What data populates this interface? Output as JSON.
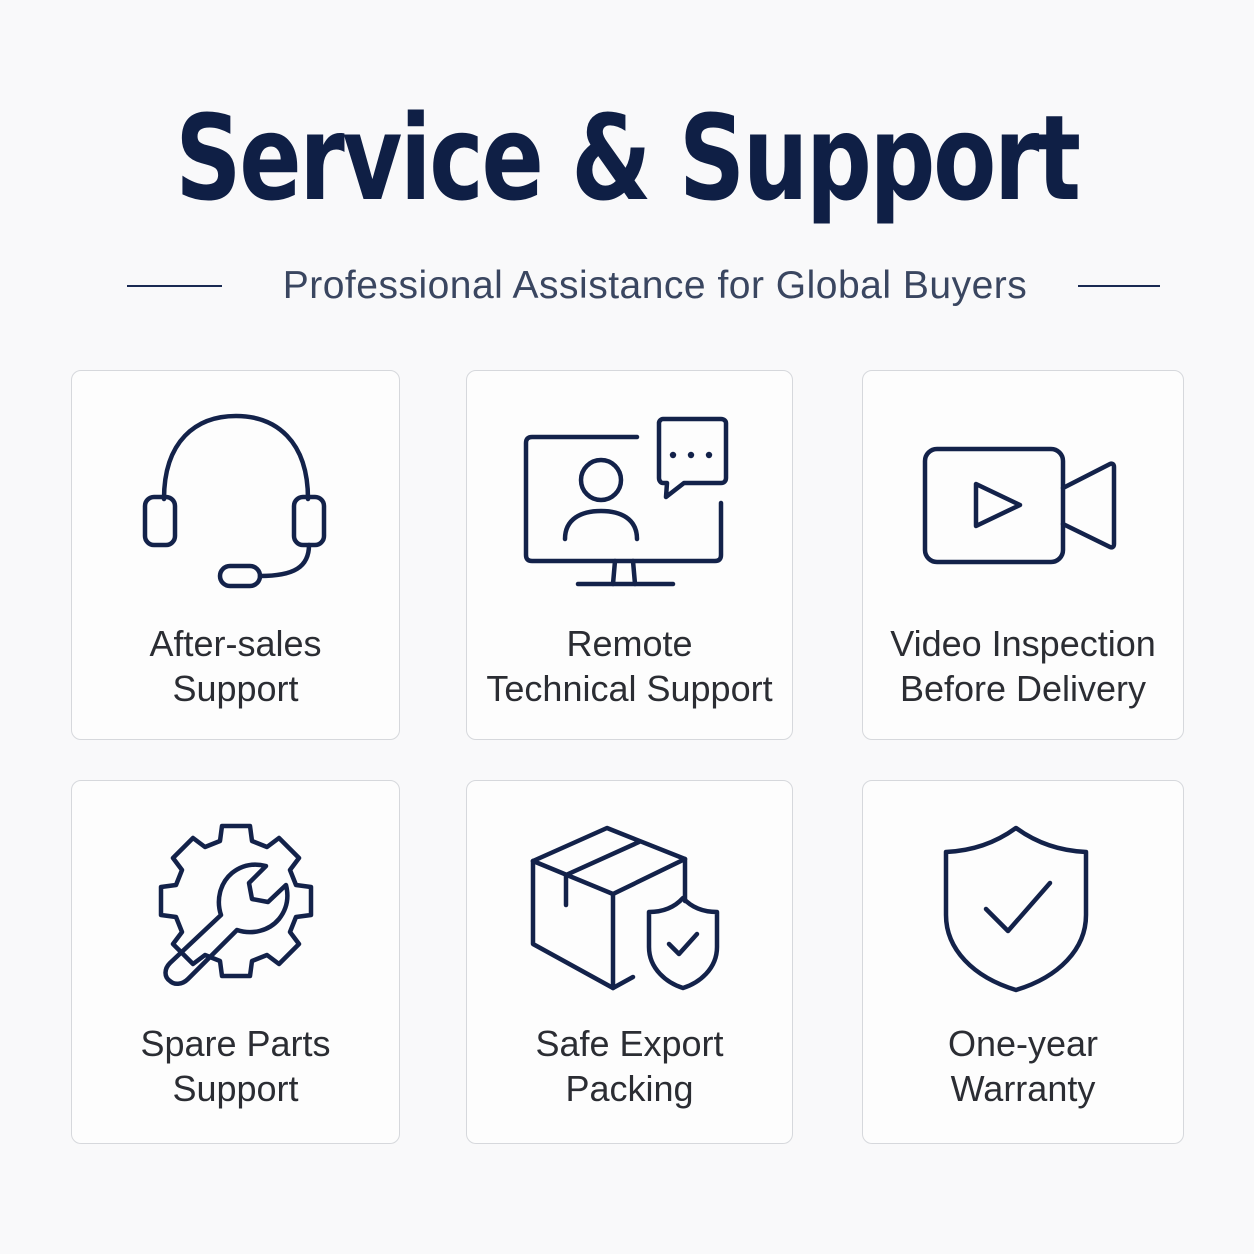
{
  "header": {
    "title": "Service & Support",
    "subtitle": "Professional Assistance for Global Buyers"
  },
  "colors": {
    "primary": "#0f1f45",
    "background": "#f9f9fa",
    "card_border": "#d6d8dc"
  },
  "cards": [
    {
      "icon": "headset-icon",
      "line1": "After-sales",
      "line2": "Support"
    },
    {
      "icon": "video-chat-monitor-icon",
      "line1": "Remote",
      "line2": "Technical Support"
    },
    {
      "icon": "video-camera-icon",
      "line1": "Video Inspection",
      "line2": "Before Delivery"
    },
    {
      "icon": "gear-wrench-icon",
      "line1": "Spare Parts",
      "line2": "Support"
    },
    {
      "icon": "box-shield-icon",
      "line1": "Safe Export",
      "line2": "Packing"
    },
    {
      "icon": "shield-check-icon",
      "line1": "One-year",
      "line2": "Warranty"
    }
  ]
}
